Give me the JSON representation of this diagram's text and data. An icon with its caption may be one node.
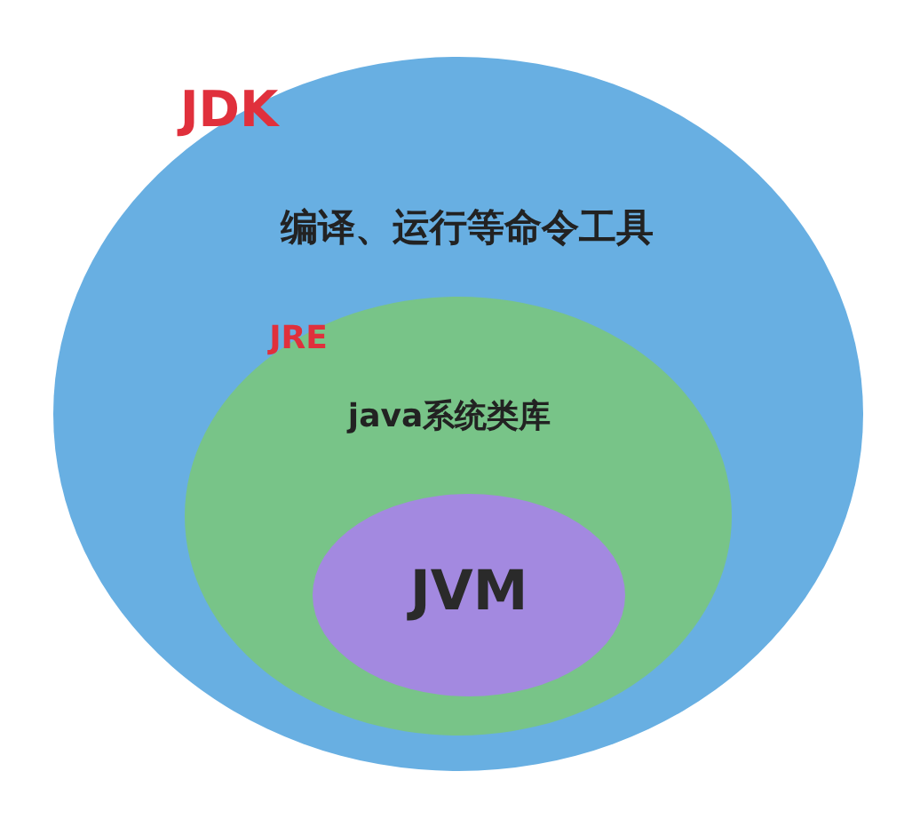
{
  "diagram": {
    "nodes": [
      {
        "text": [
          "JDK",
          "编译、运行等命令工具"
        ]
      },
      {
        "text": [
          "JRE",
          "java系统类库"
        ],
        "in": 0
      },
      {
        "text": [
          "JVM"
        ],
        "in": 1
      }
    ]
  }
}
